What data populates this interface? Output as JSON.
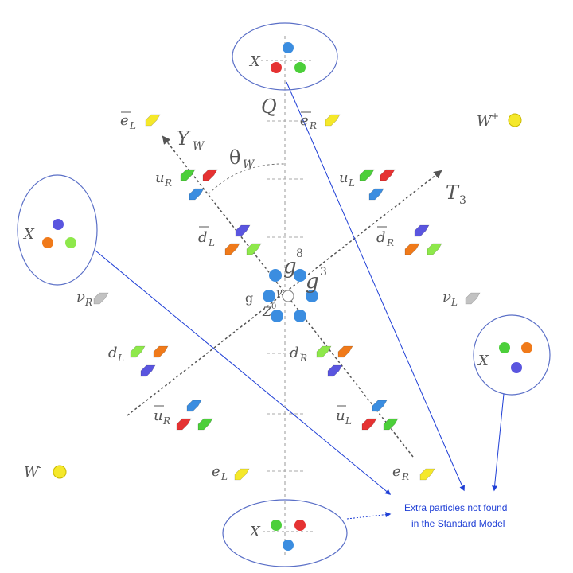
{
  "colors": {
    "blue": "#3b8de0",
    "red": "#e53232",
    "green": "#4ccf3a",
    "purple": "#5a55df",
    "orange": "#f07a1a",
    "lime": "#8ee84b",
    "yellow": "#f5e82a",
    "gray": "#c2c2c2",
    "axis": "#555555",
    "callout": "#1f3fd6"
  },
  "labels": {
    "Q": "Q",
    "Yw_main": "Y",
    "Yw_sub": "W",
    "theta_main": "θ",
    "theta_sub": "W",
    "T3_main": "T",
    "T3_sub": "3",
    "Wplus_main": "W",
    "Wplus_sup": "+",
    "Wminus_main": "W",
    "Wminus_sup": "-",
    "g8_main": "g",
    "g8_sup": "8",
    "g3_main": "g",
    "g3_sup": "3",
    "g": "g",
    "gamma": "γ",
    "Z0_main": "Z",
    "Z0_sup": "0",
    "X": "X",
    "eLbar_main": "e",
    "eLbar_sub": "L",
    "eRbar_main": "e",
    "eRbar_sub": "R",
    "uR_main": "u",
    "uR_sub": "R",
    "uL_main": "u",
    "uL_sub": "L",
    "dLbar_main": "d",
    "dLbar_sub": "L",
    "dRbar_main": "d",
    "dRbar_sub": "R",
    "nuR_main": "ν",
    "nuR_sub": "R",
    "nuL_main": "ν",
    "nuL_sub": "L",
    "dL_main": "d",
    "dL_sub": "L",
    "dR_main": "d",
    "dR_sub": "R",
    "uRbar_main": "u",
    "uRbar_sub": "R",
    "uLbar_main": "u",
    "uLbar_sub": "L",
    "eL_main": "e",
    "eL_sub": "L",
    "eR_main": "e",
    "eR_sub": "R"
  },
  "callout": {
    "line1": "Extra particles not found",
    "line2": "in the Standard Model"
  }
}
